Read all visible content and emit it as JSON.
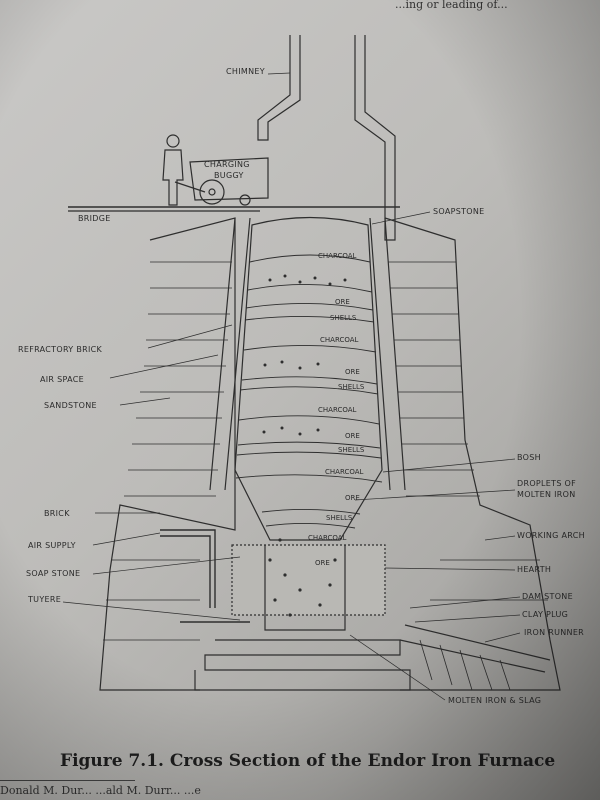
{
  "header_fragment": "...ing or leading of...",
  "labels": {
    "chimney": "CHIMNEY",
    "charging_buggy": [
      "CHARGING",
      "BUGGY"
    ],
    "bridge": "BRIDGE",
    "soapstone_top": "SOAPSTONE",
    "refractory_brick": "REFRACTORY BRICK",
    "air_space": "AIR SPACE",
    "sandstone": "SANDSTONE",
    "brick": "BRICK",
    "air_supply": "AIR SUPPLY",
    "soap_stone": "SOAP STONE",
    "tuyere": "TUYERE",
    "bosh": "BOSH",
    "droplets": [
      "DROPLETS OF",
      "MOLTEN IRON"
    ],
    "working_arch": "WORKING ARCH",
    "hearth": "HEARTH",
    "dam_stone": "DAM STONE",
    "clay_plug": "CLAY PLUG",
    "iron_runner": "IRON RUNNER",
    "molten_iron_slag": "MOLTEN IRON & SLAG"
  },
  "charge_layers": [
    {
      "name": "CHARCOAL"
    },
    {
      "name": "ORE"
    },
    {
      "name": "SHELLS"
    },
    {
      "name": "CHARCOAL"
    },
    {
      "name": "ORE"
    },
    {
      "name": "SHELLS"
    },
    {
      "name": "CHARCOAL"
    },
    {
      "name": "ORE"
    },
    {
      "name": "SHELLS"
    },
    {
      "name": "CHARCOAL"
    },
    {
      "name": "ORE"
    },
    {
      "name": "SHELLS"
    },
    {
      "name": "CHARCOAL"
    },
    {
      "name": "ORE"
    }
  ],
  "caption": "Figure 7.1. Cross Section of the Endor Iron Furnace",
  "footer_fragment": "Donald M. Dur... ...ald M. Durr... ...e"
}
